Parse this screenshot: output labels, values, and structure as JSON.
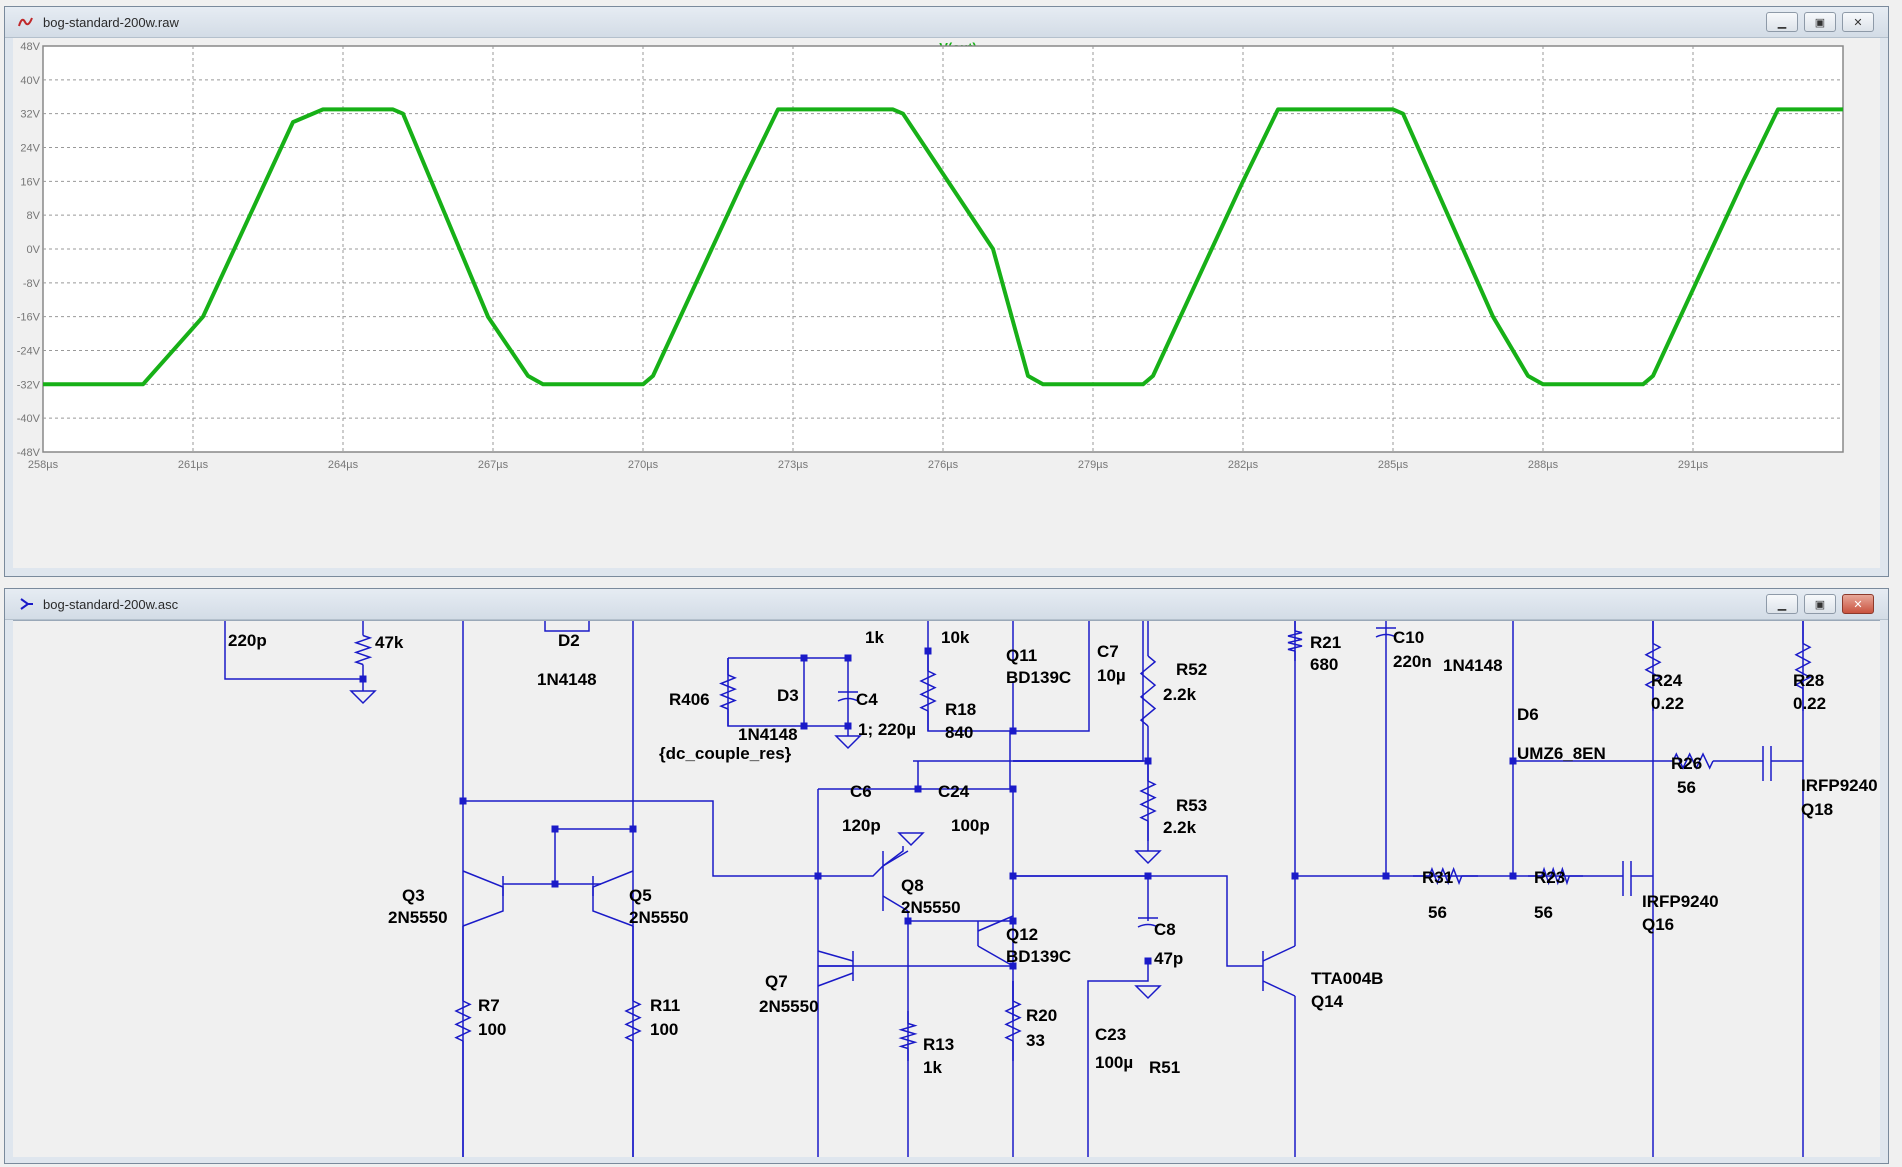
{
  "waveform_window": {
    "title": "bog-standard-200w.raw",
    "trace_label": "V(out)",
    "trace_color": "#17b017",
    "y_ticks": [
      "48V",
      "40V",
      "32V",
      "24V",
      "16V",
      "8V",
      "0V",
      "-8V",
      "-16V",
      "-24V",
      "-32V",
      "-40V",
      "-48V"
    ],
    "x_ticks": [
      "258µs",
      "261µs",
      "264µs",
      "267µs",
      "270µs",
      "273µs",
      "276µs",
      "279µs",
      "282µs",
      "285µs",
      "288µs",
      "291µs"
    ]
  },
  "chart_data": {
    "type": "line",
    "xlabel": "",
    "ylabel": "",
    "xlim": [
      258,
      294
    ],
    "ylim": [
      -48,
      48
    ],
    "series": [
      {
        "name": "V(out)",
        "x": [
          258,
          260.0,
          261.2,
          263.0,
          263.6,
          265.0,
          265.2,
          266.9,
          267.7,
          268.0,
          270.0,
          270.2,
          272.0,
          272.7,
          275.0,
          275.2,
          277.0,
          277.7,
          278.0,
          280.0,
          280.2,
          282.0,
          282.7,
          285.0,
          285.2,
          287.0,
          287.7,
          288.0,
          290.0,
          290.2,
          292.0,
          292.7,
          294
        ],
        "y": [
          -32,
          -32,
          -16,
          30,
          33,
          33,
          32,
          -16,
          -30,
          -32,
          -32,
          -30,
          16,
          33,
          33,
          32,
          0,
          -30,
          -32,
          -32,
          -30,
          16,
          33,
          33,
          32,
          -16,
          -30,
          -32,
          -32,
          -30,
          16,
          33,
          33
        ]
      }
    ]
  },
  "schematic_window": {
    "title": "bog-standard-200w.asc",
    "wire_color": "#1a1ac8",
    "labels": [
      "220p",
      "47k",
      "D2",
      "1N4148",
      "1k",
      "10k",
      "Q11",
      "BD139C",
      "C7",
      "10µ",
      "R52",
      "2.2k",
      "R21",
      "680",
      "C10",
      "220n",
      "1N4148",
      "R24",
      "0.22",
      "R28",
      "0.22",
      "R406",
      "D3",
      "C4",
      "1N4148",
      "1; 220µ",
      "{dc_couple_res}",
      "R18",
      "840",
      "D6",
      "UMZ6_8EN",
      "R26",
      "56",
      "IRFP9240",
      "Q18",
      "C6",
      "120p",
      "C24",
      "100p",
      "R53",
      "2.2k",
      "Q8",
      "2N5550",
      "Q3",
      "2N5550",
      "Q5",
      "2N5550",
      "R31",
      "56",
      "R23",
      "56",
      "IRFP9240",
      "Q16",
      "Q12",
      "BD139C",
      "C8",
      "47p",
      "Q7",
      "2N5550",
      "TTA004B",
      "Q14",
      "R7",
      "100",
      "R11",
      "100",
      "R20",
      "33",
      "R13",
      "1k",
      "C23",
      "100µ",
      "R51"
    ]
  }
}
